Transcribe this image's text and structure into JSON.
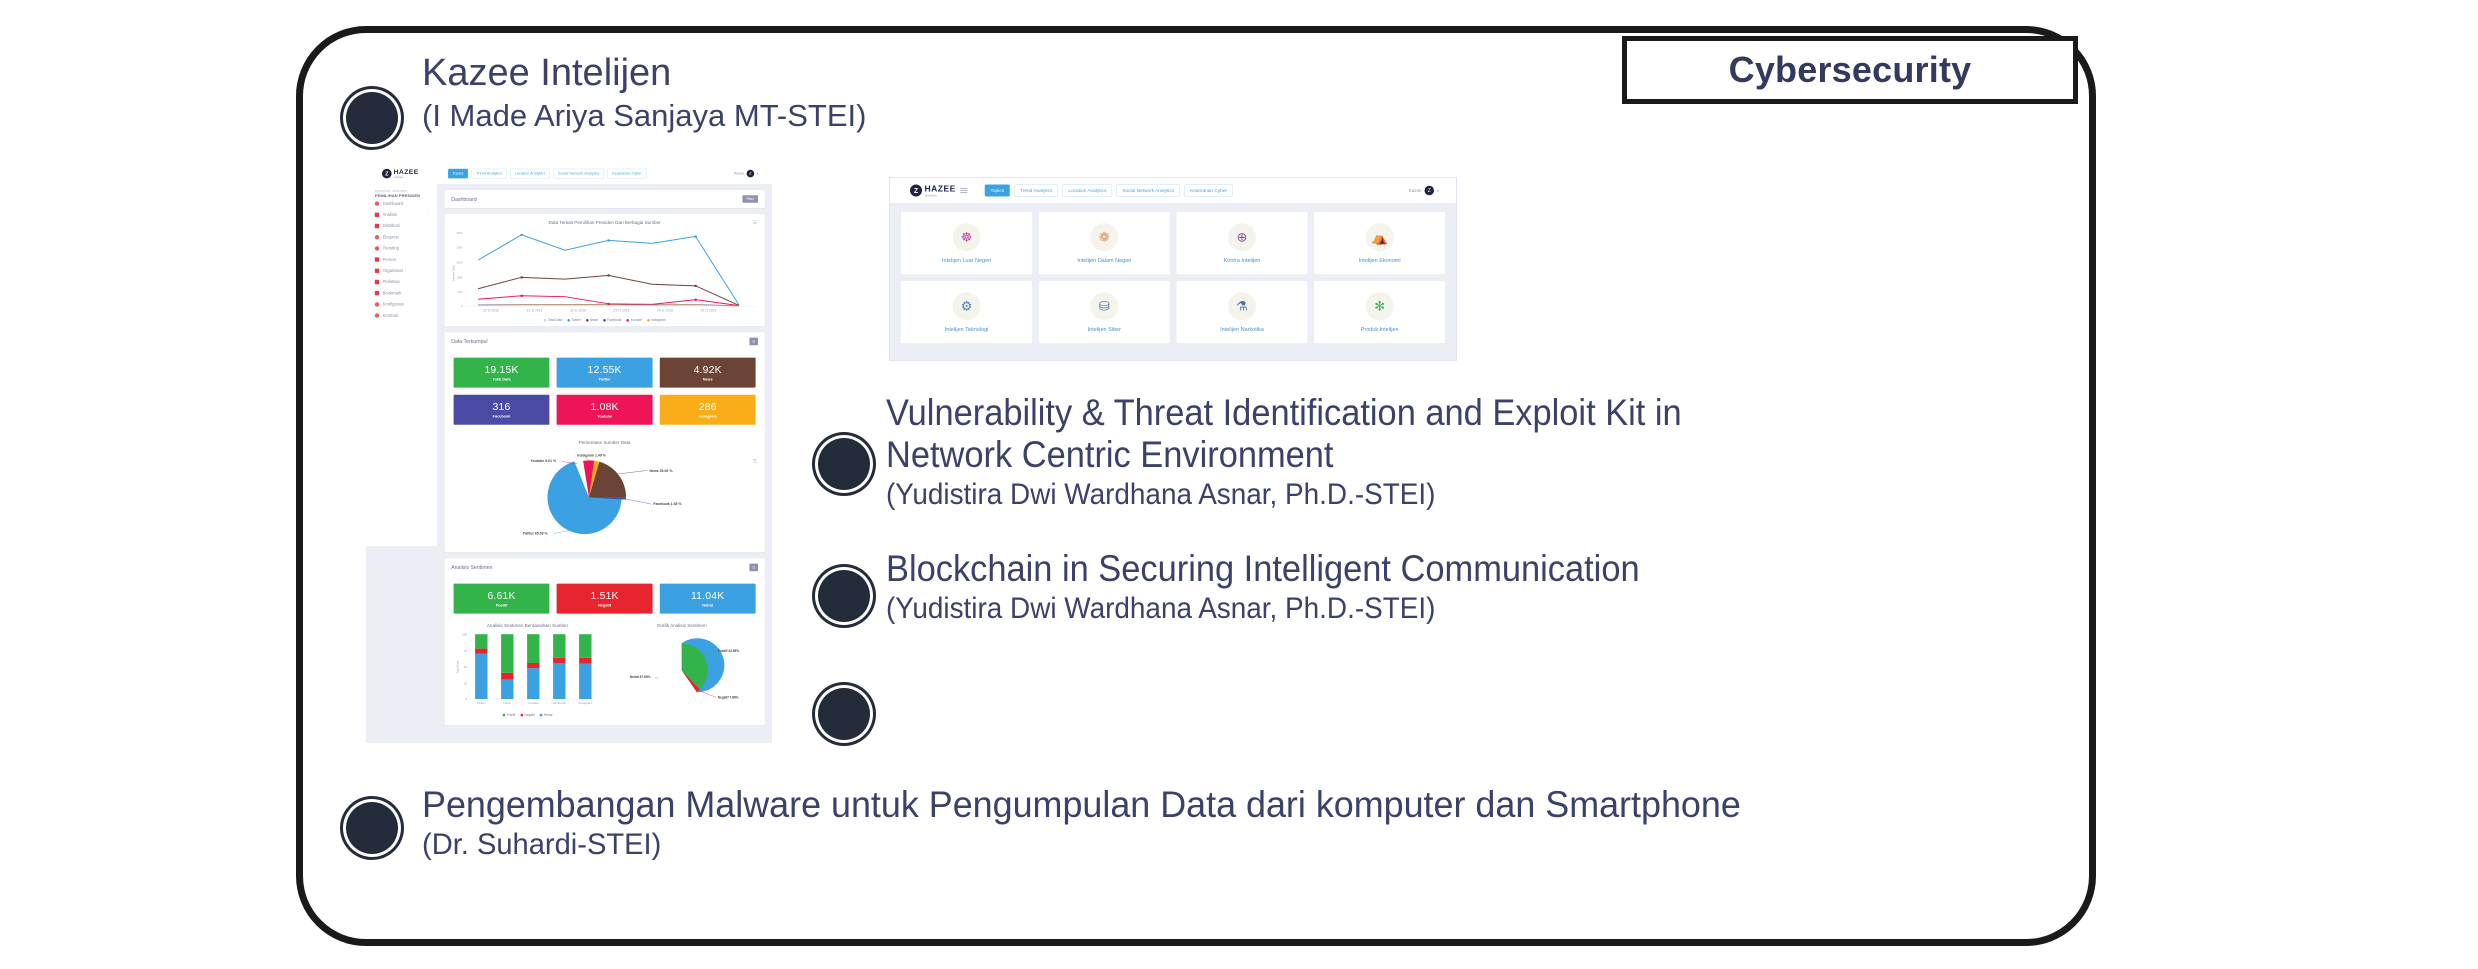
{
  "tag": {
    "label": "Cybersecurity",
    "color": "#343a5e"
  },
  "entries": [
    {
      "id": "kazee",
      "title": "Kazee Intelijen",
      "author": "(I Made Ariya Sanjaya MT-STEI)"
    },
    {
      "id": "vulnerability",
      "title": "Vulnerability & Threat Identification and Exploit Kit in\nNetwork Centric Environment",
      "author": "(Yudistira Dwi Wardhana Asnar, Ph.D.-STEI)"
    },
    {
      "id": "blockchain",
      "title": "Blockchain in Securing Intelligent Communication",
      "author": "(Yudistira Dwi Wardhana Asnar, Ph.D.-STEI)"
    },
    {
      "id": "malware",
      "title": "Pengembangan Malware untuk Pengumpulan Data dari komputer dan Smartphone",
      "author": "(Dr. Suhardi-STEI)"
    }
  ],
  "empty_bullet": {
    "present": true
  },
  "dashboard": {
    "brand": {
      "mark": "Z",
      "name": "HAZEE",
      "tagline": "intelijen"
    },
    "nav": [
      {
        "label": "Topics",
        "active": true
      },
      {
        "label": "Trend Analytics",
        "active": false
      },
      {
        "label": "Location Analytics",
        "active": false
      },
      {
        "label": "Social Network Analytics",
        "active": false
      },
      {
        "label": "Keamanan Cyber",
        "active": false
      }
    ],
    "user": {
      "name": "Kazee",
      "avatar": "Z",
      "caret": "▾"
    },
    "sidebar": {
      "date_range": "30/10/2018 - 26/11/2018",
      "topic": "PEMILIHAN PRESIDEN",
      "items": [
        {
          "label": "Dashboard",
          "expand": ""
        },
        {
          "label": "Analisis",
          "expand": "›"
        },
        {
          "label": "Distribusi",
          "expand": ""
        },
        {
          "label": "Ekspresi",
          "expand": ""
        },
        {
          "label": "Trending",
          "expand": ""
        },
        {
          "label": "Person",
          "expand": ""
        },
        {
          "label": "Organisasi",
          "expand": ""
        },
        {
          "label": "Peristiwa",
          "expand": ""
        },
        {
          "label": "Bookmark",
          "expand": ""
        },
        {
          "label": "Konfigurasi",
          "expand": ""
        },
        {
          "label": "Kembali",
          "expand": ""
        }
      ]
    },
    "page_title": "Dashboard",
    "filter_button": "Filter",
    "sections": {
      "collected": "Data Terkumpul",
      "sentiment": "Analisis Sentimen"
    },
    "kpis": [
      {
        "value": "19.15K",
        "label": "Total Data",
        "color": "#32b44a"
      },
      {
        "value": "12.55K",
        "label": "Twitter",
        "color": "#3ba1e3"
      },
      {
        "value": "4.92K",
        "label": "News",
        "color": "#6b4436"
      },
      {
        "value": "316",
        "label": "Facebook",
        "color": "#4b4ba6"
      },
      {
        "value": "1.08K",
        "label": "Youtube",
        "color": "#ee1458"
      },
      {
        "value": "286",
        "label": "Instagram",
        "color": "#f9ad18"
      }
    ],
    "sentiment_kpis": [
      {
        "value": "6.61K",
        "label": "Positif",
        "color": "#32b44a"
      },
      {
        "value": "1.51K",
        "label": "Negatif",
        "color": "#e8252e"
      },
      {
        "value": "11.04K",
        "label": "Netral",
        "color": "#3ba1e3"
      }
    ]
  },
  "topics_page": {
    "nav": [
      {
        "label": "Topics",
        "active": true
      },
      {
        "label": "Trend Analytics",
        "active": false
      },
      {
        "label": "Location Analytics",
        "active": false
      },
      {
        "label": "Social Network Analytics",
        "active": false
      },
      {
        "label": "Keamanan Cyber",
        "active": false
      }
    ],
    "user": {
      "name": "Kazee",
      "avatar": "Z",
      "caret": "▾"
    },
    "cards": [
      {
        "label": "Intelijen Luar Negeri",
        "icon": "globe-icon",
        "glyph": "☸",
        "color": "#c24b9a"
      },
      {
        "label": "Intelijen Dalam Negeri",
        "icon": "map-icon",
        "glyph": "❁",
        "color": "#d79a5a"
      },
      {
        "label": "Kontra Intelijen",
        "icon": "shield-icon",
        "glyph": "⊕",
        "color": "#8a4fae"
      },
      {
        "label": "Intelijen Ekonomi",
        "icon": "money-icon",
        "glyph": "⛺",
        "color": "#3e8f6e"
      },
      {
        "label": "Intelijen Teknologi",
        "icon": "circuit-icon",
        "glyph": "⚙",
        "color": "#4a7fc0"
      },
      {
        "label": "Intelijen Siber",
        "icon": "server-icon",
        "glyph": "⛁",
        "color": "#3f78b4"
      },
      {
        "label": "Intelijen Narkotika",
        "icon": "pill-icon",
        "glyph": "⚗",
        "color": "#4a6fb5"
      },
      {
        "label": "Produk Intelijen",
        "icon": "network-icon",
        "glyph": "✻",
        "color": "#4caa5a"
      }
    ]
  },
  "chart_data": [
    {
      "type": "line",
      "title": "Data Terkait Pemilihan Presiden Dari Berbagai Sumber",
      "xlabel": "",
      "ylabel": "Jumlah Data",
      "ylim": [
        0,
        2500
      ],
      "yticks": [
        0,
        500,
        1000,
        1500,
        2000,
        2500
      ],
      "x": [
        "20-11-2018",
        "21-11-2018",
        "22-11-2018",
        "23-11-2018",
        "24-11-2018",
        "25-11-2018",
        "26-11-2018"
      ],
      "legend": [
        "Total Data",
        "Twitter",
        "News",
        "Facebook",
        "Youtube",
        "Instagram"
      ],
      "legend_position": "bottom",
      "grid": false,
      "series": [
        {
          "name": "Total Data",
          "color": "#cfd3df",
          "values": [
            0,
            0,
            0,
            0,
            0,
            0,
            0
          ]
        },
        {
          "name": "Twitter",
          "color": "#3ba1e3",
          "values": [
            1560,
            2390,
            1900,
            2220,
            2120,
            2330,
            40
          ]
        },
        {
          "name": "News",
          "color": "#6b4436",
          "values": [
            590,
            1000,
            950,
            1040,
            740,
            690,
            30
          ]
        },
        {
          "name": "Facebook",
          "color": "#4b4ba6",
          "values": [
            40,
            50,
            50,
            55,
            45,
            50,
            15
          ]
        },
        {
          "name": "Youtube",
          "color": "#ee1458",
          "values": [
            230,
            350,
            320,
            80,
            60,
            220,
            25
          ]
        },
        {
          "name": "Instagram",
          "color": "#f9ad18",
          "values": [
            30,
            40,
            40,
            45,
            35,
            40,
            10
          ]
        }
      ]
    },
    {
      "type": "pie",
      "title": "Persentase Sumber Data",
      "labels": [
        "Twitter",
        "News",
        "Youtube",
        "Instagram",
        "Facebook"
      ],
      "values": [
        65.53,
        25.69,
        5.61,
        1.49,
        1.65
      ],
      "colors": [
        "#3ba1e3",
        "#6b4436",
        "#ee1458",
        "#f9ad18",
        "#4b4ba6"
      ],
      "annotations": [
        "Twitter 65.53 %",
        "News 25.69 %",
        "Youtube 5.61 %",
        "Instagram 1.49 %",
        "Facebook 1.65 %"
      ]
    },
    {
      "type": "bar",
      "title": "Analisis Sentimen Berdasarkan Sumber",
      "xlabel": "",
      "ylabel": "Total Data",
      "ylim": [
        0,
        100
      ],
      "yticks": [
        0,
        25,
        50,
        75,
        100
      ],
      "stacked": true,
      "categories": [
        "Twitter",
        "News",
        "Youtube",
        "Facebook",
        "Instagram"
      ],
      "legend": [
        "Positif",
        "Negatif",
        "Netral"
      ],
      "legend_position": "bottom",
      "series": [
        {
          "name": "Netral",
          "color": "#3ba1e3",
          "values": [
            69,
            30,
            47,
            55,
            54
          ]
        },
        {
          "name": "Negatif",
          "color": "#e8252e",
          "values": [
            8,
            10,
            8,
            8,
            9
          ]
        },
        {
          "name": "Positif",
          "color": "#32b44a",
          "values": [
            23,
            60,
            45,
            37,
            37
          ]
        }
      ]
    },
    {
      "type": "pie",
      "title": "Grafik Analisis Sentimen",
      "labels": [
        "Netral",
        "Positif",
        "Negatif"
      ],
      "values": [
        57.65,
        34.59,
        7.86
      ],
      "colors": [
        "#3ba1e3",
        "#32b44a",
        "#e8252e"
      ],
      "annotations": [
        "Netral 57.65%",
        "Positif 34.59%",
        "Negatif 7.86%"
      ]
    }
  ]
}
